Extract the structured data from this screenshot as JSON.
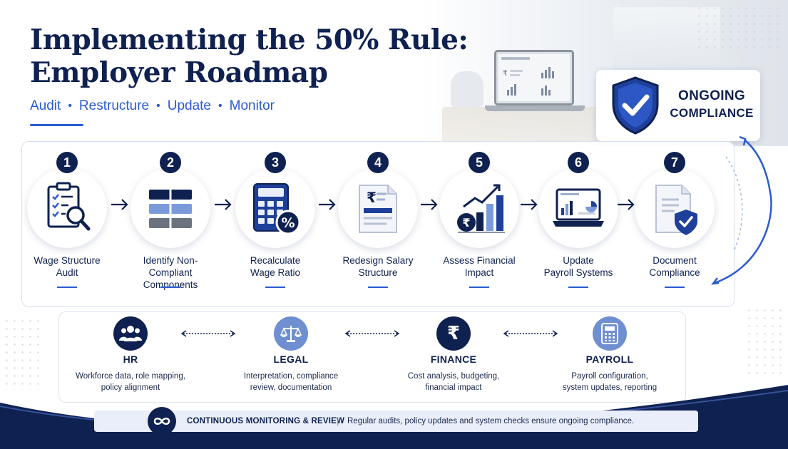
{
  "title": {
    "line1": "Implementing the 50% Rule:",
    "line2": "Employer Roadmap"
  },
  "subtitle": [
    "Audit",
    "Restructure",
    "Update",
    "Monitor"
  ],
  "subtitle_separator": "•",
  "ongoing": {
    "line1": "ONGOING",
    "line2": "COMPLIANCE"
  },
  "steps": [
    {
      "num": "1",
      "line1": "Wage Structure",
      "line2": "Audit",
      "line3": "",
      "icon": "clipboard-magnifier-icon"
    },
    {
      "num": "2",
      "line1": "Identify Non-",
      "line2": "Compliant",
      "line3": "Components",
      "icon": "table-rows-icon"
    },
    {
      "num": "3",
      "line1": "Recalculate",
      "line2": "Wage Ratio",
      "line3": "",
      "icon": "calculator-percent-icon"
    },
    {
      "num": "4",
      "line1": "Redesign Salary",
      "line2": "Structure",
      "line3": "",
      "icon": "rupee-document-icon"
    },
    {
      "num": "5",
      "line1": "Assess Financial",
      "line2": "Impact",
      "line3": "",
      "icon": "bar-chart-rupee-icon"
    },
    {
      "num": "6",
      "line1": "Update",
      "line2": "Payroll Systems",
      "line3": "",
      "icon": "laptop-dashboard-icon"
    },
    {
      "num": "7",
      "line1": "Document",
      "line2": "Compliance",
      "line3": "",
      "icon": "document-shield-icon"
    }
  ],
  "departments": [
    {
      "name": "HR",
      "desc1": "Workforce data, role mapping,",
      "desc2": "policy alignment",
      "icon": "people-icon",
      "color": "#0f2150"
    },
    {
      "name": "LEGAL",
      "desc1": "Interpretation, compliance",
      "desc2": "review, documentation",
      "icon": "scales-icon",
      "color": "#6f8fd0"
    },
    {
      "name": "FINANCE",
      "desc1": "Cost analysis, budgeting,",
      "desc2": "financial impact",
      "icon": "rupee-icon",
      "color": "#0f2150"
    },
    {
      "name": "PAYROLL",
      "desc1": "Payroll configuration,",
      "desc2": "system updates, reporting",
      "icon": "calculator-icon",
      "color": "#6f8fd0"
    }
  ],
  "monitoring": {
    "title": "CONTINUOUS MONITORING & REVIEW",
    "separator": "|",
    "text": "Regular audits, policy updates and system checks ensure ongoing compliance.",
    "icon": "infinity-icon"
  },
  "colors": {
    "navy": "#0f2150",
    "accent": "#2a5bd0",
    "light": "#6f8fd0"
  }
}
